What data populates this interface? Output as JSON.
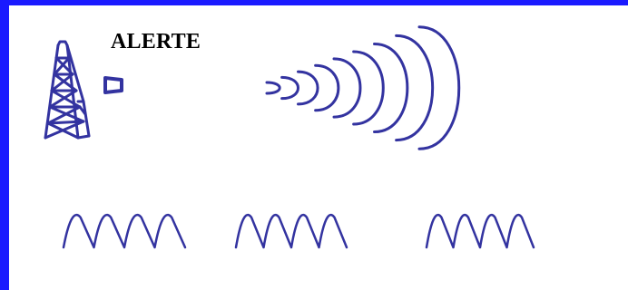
{
  "diagram": {
    "alert_label": "ALERTE",
    "stroke_color": "#3333a0",
    "frame_color": "#1a1aff",
    "emitted_wave_arcs": 9,
    "received_wave_groups": 3
  }
}
